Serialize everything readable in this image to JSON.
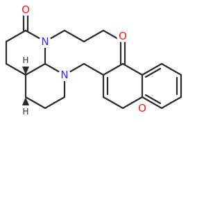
{
  "colors": {
    "bond": "#2a2a2a",
    "oxygen": "#ff1a1a",
    "nitrogen": "#2d2dff",
    "background": "#ffffff"
  },
  "atoms": {
    "o_ketone_chromone": "O",
    "o_ring_chromone": "O",
    "n_piperidine": "N",
    "o_lactam": "O",
    "n_lactam": "N",
    "h_4a": "H",
    "h_8a": "H"
  }
}
